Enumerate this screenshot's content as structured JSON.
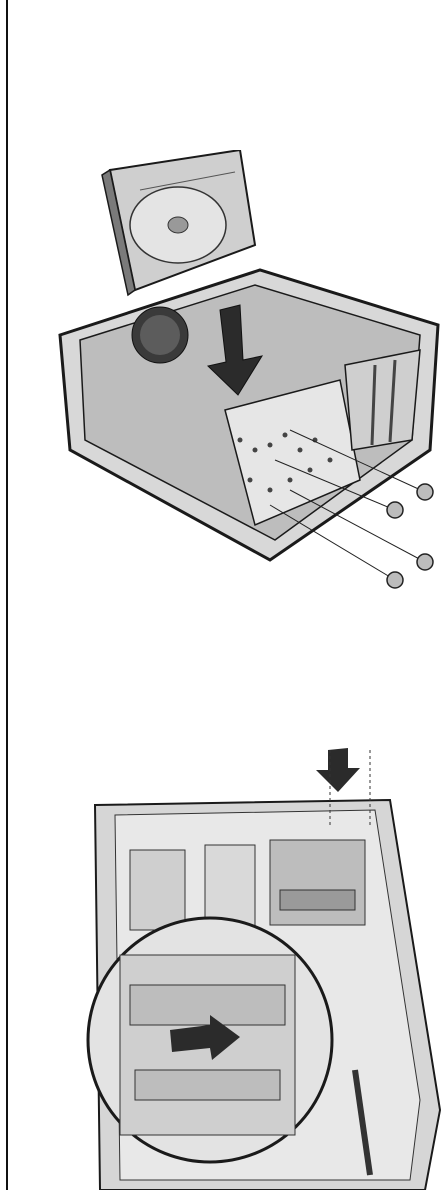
{
  "figures": [
    {
      "id": "fig-1",
      "subject": "drive-bay-installation"
    },
    {
      "id": "fig-2",
      "subject": "drive-cage-slide"
    }
  ],
  "colors": {
    "line": "#1a1a1a",
    "panel": "#d6d6d6",
    "panel_dark": "#8c8c8c",
    "panel_light": "#ececec",
    "arrow": "#2b2b2b"
  }
}
